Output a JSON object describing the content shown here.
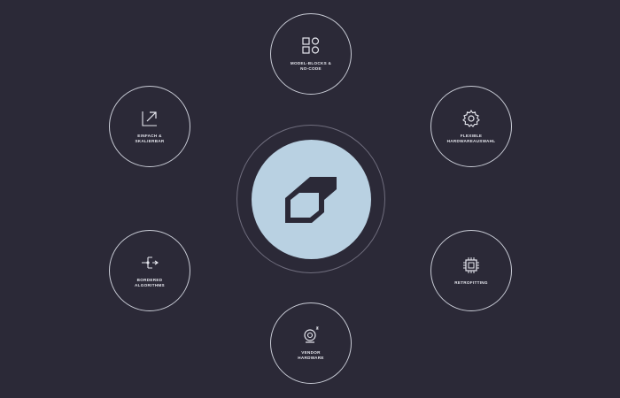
{
  "hub": {
    "logo_icon": "parallelogram-logo-icon",
    "colors": {
      "background": "#2b2937",
      "hub_fill": "#b9d1e2",
      "logo": "#2b2937",
      "ring": "#6f6d7d",
      "node_border": "#c9ccd6"
    }
  },
  "nodes": {
    "top": {
      "label": "MODEL-BLOCKS &\nNO-CODE",
      "icon": "blocks-icon"
    },
    "top_right": {
      "label": "FLEXIBLE\nHARDWAREAUSWAHL",
      "icon": "gear-icon"
    },
    "bottom_right": {
      "label": "RETROFITTING",
      "icon": "chip-icon"
    },
    "bottom": {
      "label": "VENDOR\nHARDWARE",
      "icon": "camera-icon"
    },
    "bottom_left": {
      "label": "BORDERED\nALGORITHMS",
      "icon": "flow-icon"
    },
    "top_left": {
      "label": "EINFACH &\nSKALIERBAR",
      "icon": "expand-arrow-icon"
    }
  }
}
